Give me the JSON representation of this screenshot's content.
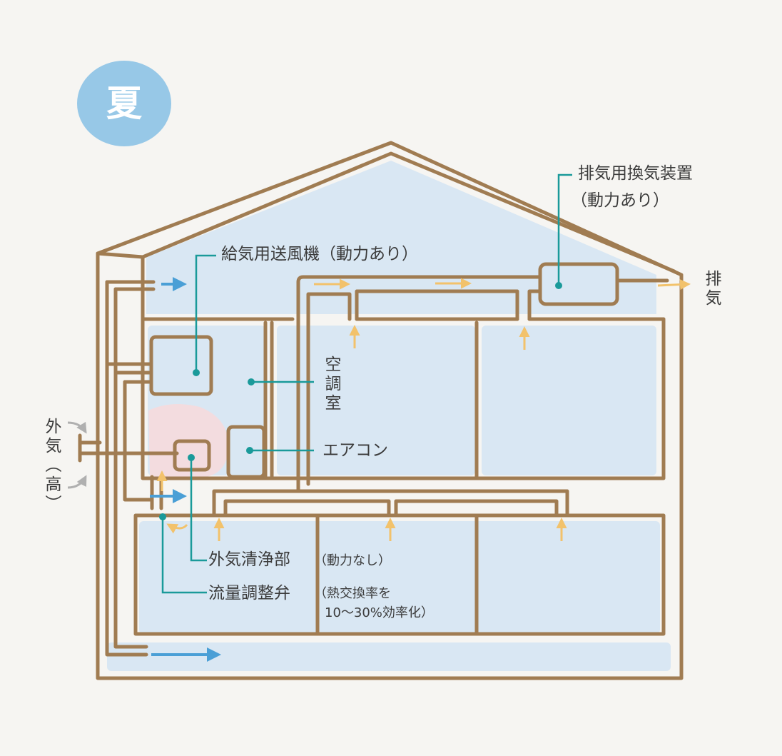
{
  "season": "夏",
  "labels": {
    "exhaust_unit": "排気用換気装置",
    "exhaust_unit_sub": "（動力あり）",
    "supply_fan": "給気用送風機（動力あり）",
    "air_room": "空調室",
    "aircon": "エアコン",
    "outside_air": "外気（高）",
    "exhaust": "排気",
    "purifier": "外気清浄部",
    "purifier_sub": "（動力なし）",
    "valve": "流量調整弁",
    "valve_sub_1": "（熱交換率を",
    "valve_sub_2": "10〜30%効率化）"
  },
  "colors": {
    "duct": "#a07c52",
    "room_fill": "#d9e7f3",
    "purifier_zone": "#f3dcdf",
    "leader": "#1a9a9a",
    "supply_arrow": "#4a9fd6",
    "exhaust_arrow": "#f2c26b",
    "outside_arrow": "#b0b0b0",
    "badge": "#8ec3e6",
    "text": "#3b3b3b"
  }
}
